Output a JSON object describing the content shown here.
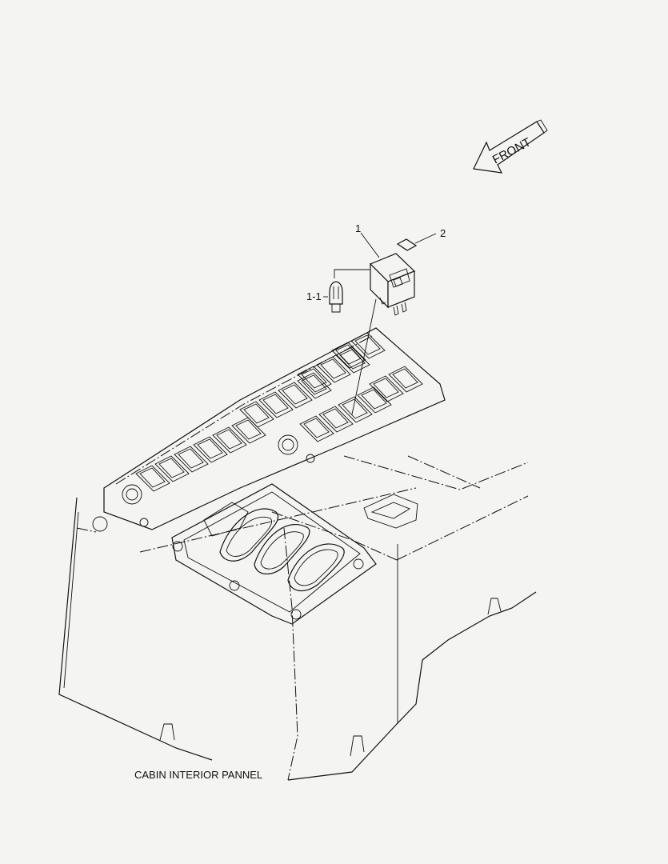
{
  "diagram": {
    "front_label": "FRONT",
    "caption": "CABIN INTERIOR PANNEL",
    "callouts": {
      "part_1": "1",
      "part_1_1": "1-1",
      "part_2": "2"
    }
  }
}
